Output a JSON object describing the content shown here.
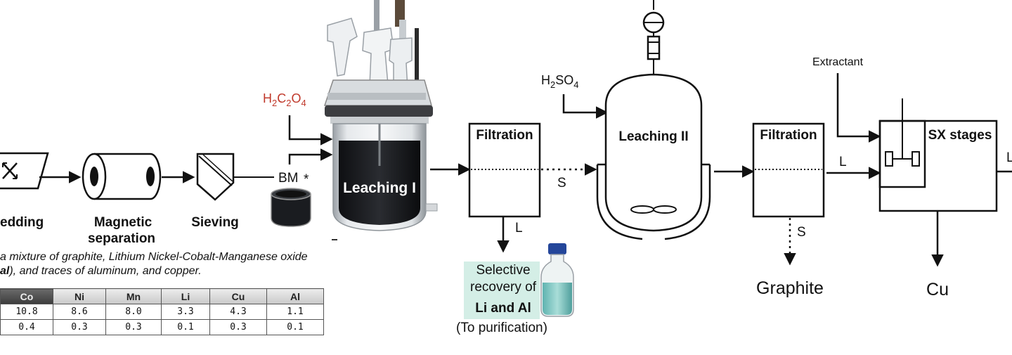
{
  "pretreatment": {
    "shredding_label": "edding",
    "magnetic_label_1": "Magnetic",
    "magnetic_label_2": "separation",
    "sieving_label": "Sieving",
    "bm_label": "BM",
    "asterisk": "*"
  },
  "leaching1": {
    "reagent_main": "H",
    "reagent_sub1": "2",
    "reagent_mid": "C",
    "reagent_sub2": "2",
    "reagent_end": "O",
    "reagent_sub3": "4",
    "reagent_color": "#c0392b",
    "label": "Leaching I"
  },
  "filtration1": {
    "title": "Filtration",
    "solid_label": "S",
    "liquid_label": "L",
    "selective_1": "Selective",
    "selective_2": "recovery of",
    "selective_bold": "Li and Al",
    "selective_3": "(To purification)",
    "highlight_color": "#d4eee6"
  },
  "leaching2": {
    "reagent_main": "H",
    "reagent_sub1": "2",
    "reagent_mid": "SO",
    "reagent_sub2": "4",
    "label": "Leaching II"
  },
  "filtration2": {
    "title": "Filtration",
    "solid_label": "S",
    "liquid_label": "L",
    "graphite": "Graphite"
  },
  "sx": {
    "extractant": "Extractant",
    "title": "SX stages",
    "product": "Cu",
    "outlet_label": "L"
  },
  "composition_note": {
    "line1": "a mixture of graphite, Lithium Nickel-Cobalt-Manganese oxide",
    "line2_bold": "al",
    "line2_rest": "), and traces of aluminum, and copper."
  },
  "composition_table": {
    "headers": [
      "Co",
      "Ni",
      "Mn",
      "Li",
      "Cu",
      "Al"
    ],
    "rows": [
      [
        "10.8",
        "8.6",
        "8.0",
        "3.3",
        "4.3",
        "1.1"
      ],
      [
        "0.4",
        "0.3",
        "0.3",
        "0.1",
        "0.3",
        "0.1"
      ]
    ]
  }
}
